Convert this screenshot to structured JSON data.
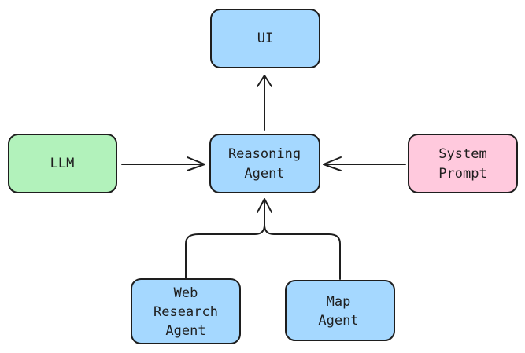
{
  "colors": {
    "agent_fill": "#a5d8ff",
    "llm_fill": "#b2f2bb",
    "prompt_fill": "#ffc9dd",
    "stroke": "#1e1e1e"
  },
  "nodes": {
    "ui": {
      "lines": [
        "UI"
      ]
    },
    "reasoning_agent": {
      "lines": [
        "Reasoning",
        "Agent"
      ]
    },
    "llm": {
      "lines": [
        "LLM"
      ]
    },
    "system_prompt": {
      "lines": [
        "System",
        "Prompt"
      ]
    },
    "web_research_agent": {
      "lines": [
        "Web",
        "Research",
        "Agent"
      ]
    },
    "map_agent": {
      "lines": [
        "Map",
        "Agent"
      ]
    }
  },
  "edges": [
    {
      "from": "reasoning_agent",
      "to": "ui"
    },
    {
      "from": "llm",
      "to": "reasoning_agent"
    },
    {
      "from": "system_prompt",
      "to": "reasoning_agent"
    },
    {
      "from": "web_research_agent",
      "to": "reasoning_agent"
    },
    {
      "from": "map_agent",
      "to": "reasoning_agent"
    }
  ]
}
